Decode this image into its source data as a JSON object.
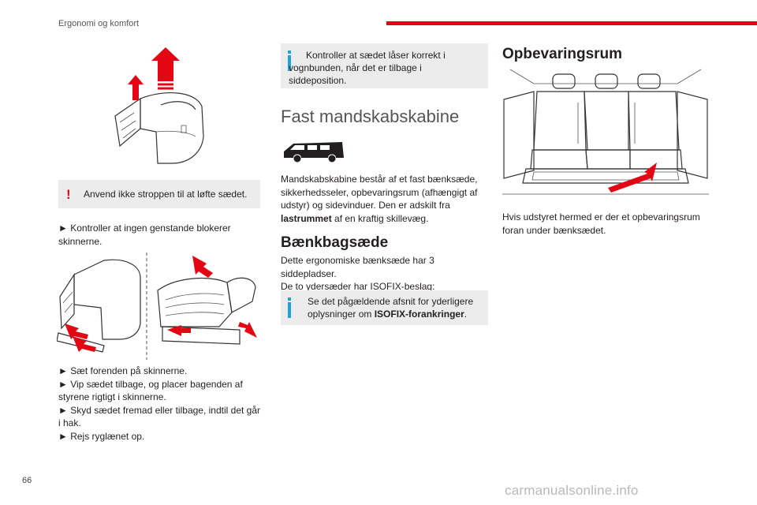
{
  "header": {
    "section_title": "Ergonomi og komfort",
    "accent_color": "#e30613"
  },
  "page_number": "66",
  "watermark": "carmanualsonline.info",
  "col1": {
    "warning_note": "Anvend ikke stroppen til at løfte sædet.",
    "step1": "► Kontroller at ingen genstande blokerer skinnerne.",
    "steps": [
      "► Sæt forenden på skinnerne.",
      "► Vip sædet tilbage, og placer bagenden af styrene rigtigt i skinnerne.",
      "► Skyd sædet fremad eller tilbage, indtil det går i hak.",
      "► Rejs ryglænet op."
    ]
  },
  "col2": {
    "info_note": "Kontroller at sædet låser korrekt i vognbunden, når det er tilbage i siddeposition.",
    "heading_main": "Fast mandskabskabine",
    "intro_pre": "Mandskabskabine består af et fast bænksæde, sikkerhedsseler, opbevaringsrum (afhængigt af udstyr) og sidevinduer. Den er adskilt fra ",
    "intro_bold": "lastrummet",
    "intro_post": " af en kraftig skillevæg.",
    "subheading": "Bænkbagsæde",
    "bench_text1": "Dette ergonomiske bænksæde har 3 siddepladser.",
    "bench_text2": "De to ydersæder har ISOFIX-beslag:",
    "isofix_note_pre": "Se det pågældende afsnit for yderligere oplysninger om ",
    "isofix_note_bold": "ISOFIX-forankringer",
    "isofix_note_post": "."
  },
  "col3": {
    "heading": "Opbevaringsrum",
    "text": "Hvis udstyret hermed er der et opbevaringsrum foran under bænksædet."
  },
  "icons": {
    "warning": "warning-exclamation-icon",
    "info": "info-icon",
    "vehicle": "van-silhouette-icon"
  }
}
